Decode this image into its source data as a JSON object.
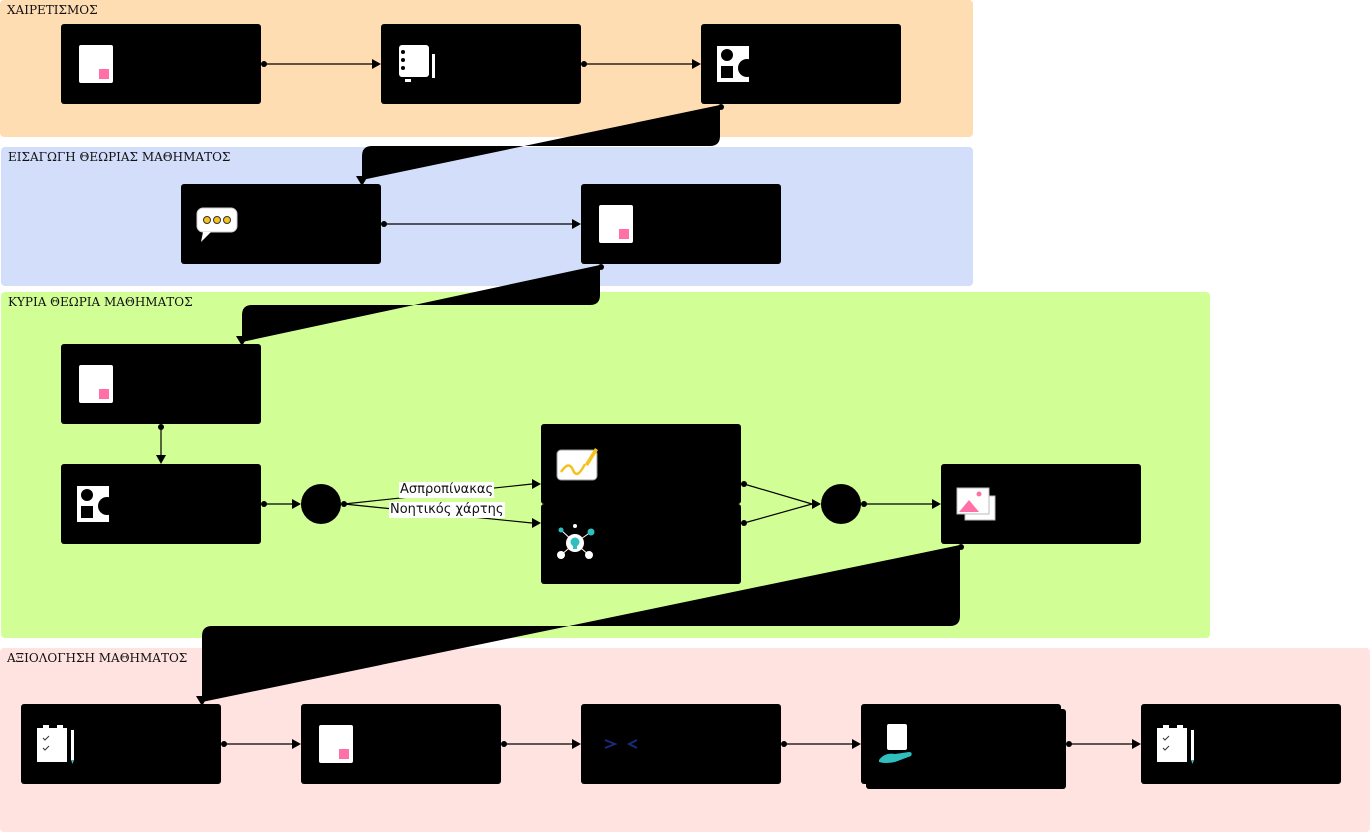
{
  "lanes": [
    {
      "title": "ΧΑΙΡΕΤΙΣΜΟΣ",
      "color": "#ffddb3"
    },
    {
      "title": "ΕΙΣΑΓΩΓΗ ΘΕΩΡΙΑΣ ΜΑΘΗΜΑΤΟΣ",
      "color": "#d2defa"
    },
    {
      "title": "ΚΥΡΙΑ ΘΕΩΡΙΑ ΜΑΘΗΜΑΤΟΣ",
      "color": "#d1ff96"
    },
    {
      "title": "ΑΞΙΟΛΟΓΗΣΗ ΜΑΘΗΜΑΤΟΣ",
      "color": "#ffe3e0"
    }
  ],
  "branch_labels": {
    "whiteboard": "Ασπροπίνακας",
    "mindmap": "Νοητικός χάρτης"
  },
  "icons": {
    "greeting": [
      "document-icon",
      "notebook-icon",
      "shapes-icon"
    ],
    "intro": [
      "chat-bubble-icon",
      "document-icon"
    ],
    "main": [
      "document-icon",
      "shapes-icon",
      "whiteboard-icon",
      "mind-map-icon",
      "image-gallery-icon"
    ],
    "assessment": [
      "checklist-icon",
      "document-icon",
      "code-icon",
      "hand-document-icon",
      "checklist-icon"
    ]
  },
  "colors": {
    "accent_pink": "#ff6fa8",
    "accent_teal": "#2fbfbf",
    "accent_yellow": "#f5c21b",
    "node_fill": "#000000"
  }
}
